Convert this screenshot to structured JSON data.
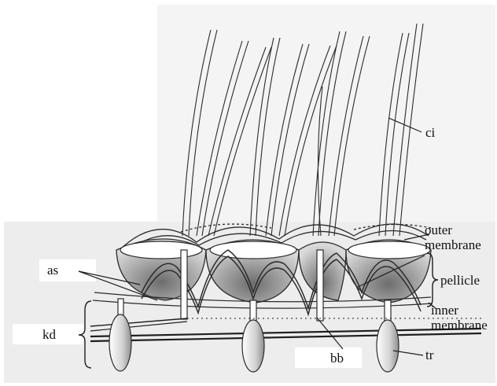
{
  "labels": {
    "ci": "ci",
    "outer": "outer",
    "outer_membrane": "membrane",
    "pellicle": "pellicle",
    "as": "as",
    "inner": "inner",
    "inner_membrane": "membrane",
    "kd": "kd",
    "bb": "bb",
    "tr": "tr"
  },
  "colors": {
    "stroke": "#2b2b2b",
    "panel": "#efefef",
    "shading": "#8a8a8a"
  }
}
